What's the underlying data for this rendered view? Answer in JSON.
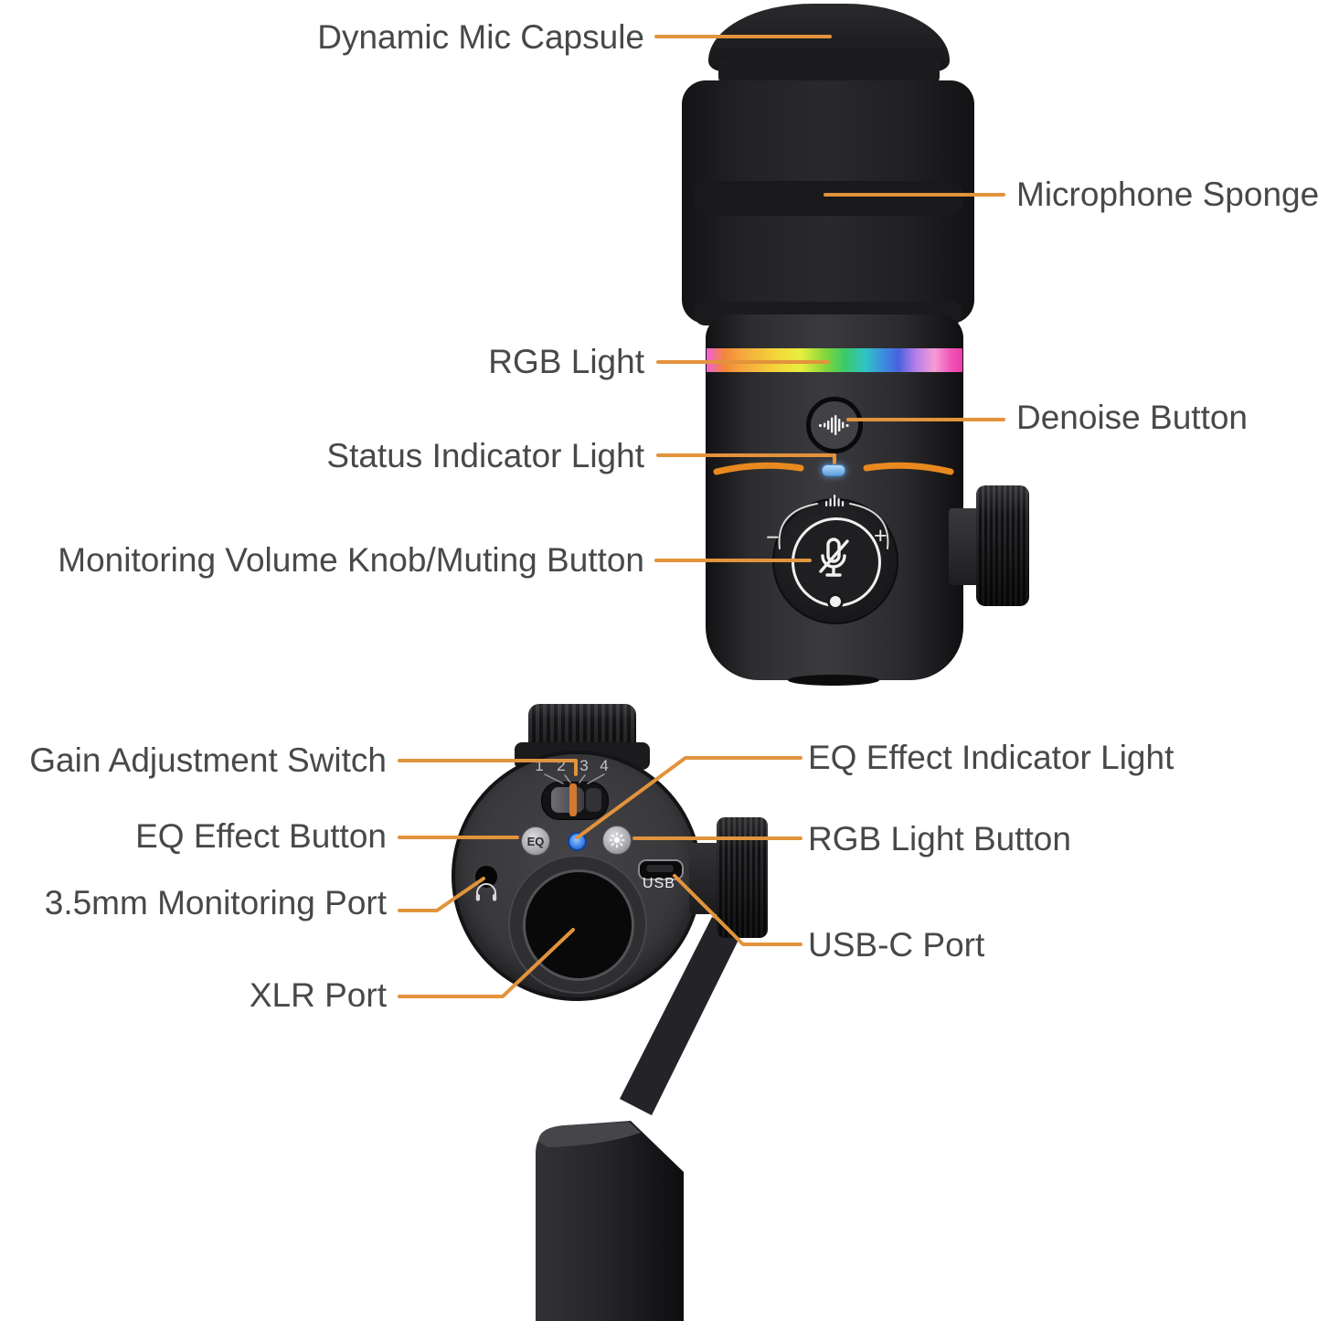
{
  "colors": {
    "background": "#ffffff",
    "leader_line": "#E2933C",
    "label_text": "#47484A",
    "status_light_blue": "#7FB9EE",
    "eq_indicator_blue": "#2F6FE0",
    "accent_arc_orange": "#E8891F",
    "gain_slider_orange": "#D2792F"
  },
  "top_view": {
    "labels_left": [
      {
        "text": "Dynamic Mic Capsule"
      },
      {
        "text": "RGB Light"
      },
      {
        "text": "Status Indicator Light"
      },
      {
        "text": "Monitoring Volume Knob/Muting Button"
      }
    ],
    "labels_right": [
      {
        "text": "Microphone Sponge"
      },
      {
        "text": "Denoise Button"
      }
    ],
    "knob": {
      "minus": "−",
      "plus": "+"
    }
  },
  "bottom_view": {
    "labels_left": [
      {
        "text": "Gain Adjustment Switch"
      },
      {
        "text": "EQ Effect Button"
      },
      {
        "text": "3.5mm Monitoring Port"
      },
      {
        "text": "XLR Port"
      }
    ],
    "labels_right": [
      {
        "text": "EQ Effect Indicator Light"
      },
      {
        "text": "RGB Light Button"
      },
      {
        "text": "USB-C Port"
      }
    ],
    "gain_positions": [
      "1",
      "2",
      "3",
      "4"
    ],
    "eq_button_label": "EQ",
    "usb_label": "USB"
  }
}
